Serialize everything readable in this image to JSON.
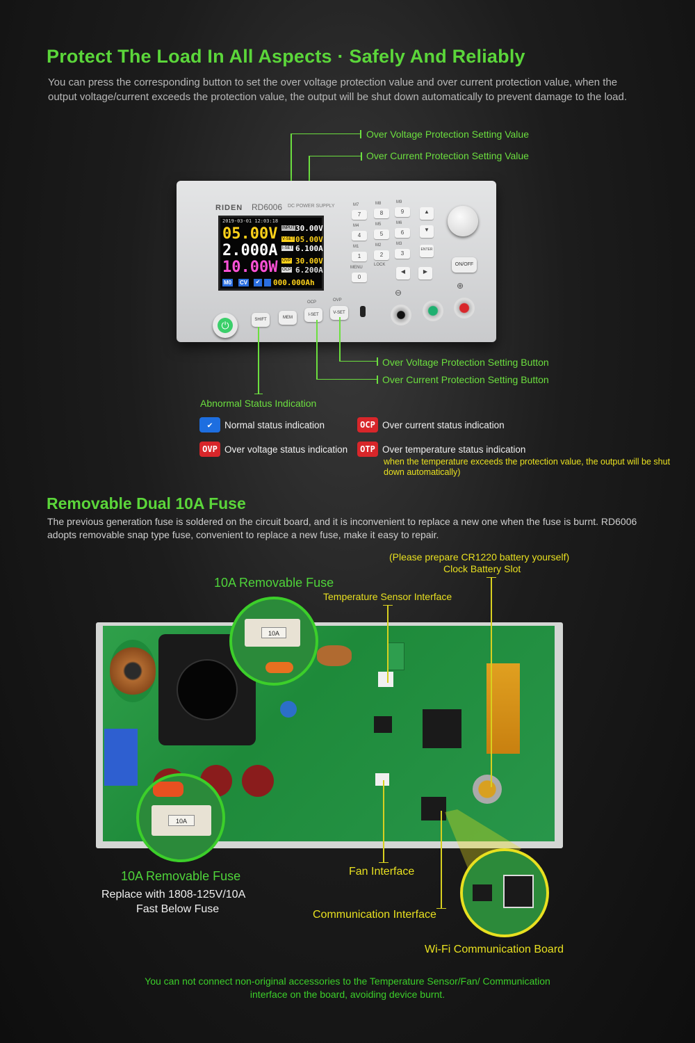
{
  "section1": {
    "title": "Protect The Load In All Aspects ·  Safely And Reliably",
    "description": "You can press the corresponding button to set the over voltage protection value and over current protection value, when the output voltage/current exceeds the protection value, the output will be shut down automatically to prevent damage to the load."
  },
  "callouts": {
    "ovp_value": "Over Voltage Protection Setting Value",
    "ocp_value": "Over Current Protection Setting Value",
    "ovp_button": "Over Voltage Protection Setting Button",
    "ocp_button": "Over Current Protection Setting Button",
    "abnormal": "Abnormal Status Indication"
  },
  "device": {
    "brand": "RIDEN",
    "model": "RD6006",
    "subtitle": "DC POWER SUPPLY",
    "datetime": "2019-03-01  12:03:18",
    "voltage": "05.00V",
    "current": "2.000A",
    "power": "10.00W",
    "input_tag": "INPUT",
    "input_val": "30.00V",
    "vset_tag": "V-SET",
    "vset_val": "05.00V",
    "iset_tag": "I-SET",
    "iset_val": "6.100A",
    "ovp_tag": "OVP",
    "ovp_val": "30.00V",
    "ocp_tag": "OCP",
    "ocp_val": "6.200A",
    "m_tag": "M0",
    "cv_tag": "CV",
    "ah_val": "000.000Ah",
    "keys": [
      "7",
      "8",
      "9",
      "4",
      "5",
      "6",
      "1",
      "2",
      "3",
      "0"
    ],
    "mem_keys": [
      "M7",
      "M8",
      "M9",
      "M4",
      "M5",
      "M6",
      "M1",
      "M2",
      "M3",
      "MENU",
      "LOCK"
    ],
    "enter": "ENTER",
    "onoff": "ON/OFF",
    "shift": "SHIFT",
    "mem": "MEM",
    "iset_btn": "I-SET",
    "vset_btn": "V-SET",
    "ocp_lbl": "OCP",
    "ovp_lbl": "OVP",
    "minus": "⊖",
    "plus": "⊕"
  },
  "legend": {
    "normal_badge": "✔",
    "normal": "Normal status indication",
    "ocp_badge": "OCP",
    "ocp": "Over current status indication",
    "ovp_badge": "OVP",
    "ovp": "Over voltage status indication",
    "otp_badge": "OTP",
    "otp": "Over temperature status indication",
    "otp_note": "when the temperature exceeds the protection value, the output will be shut down automatically)"
  },
  "section2": {
    "title": "Removable Dual 10A Fuse",
    "description": "The previous generation fuse is soldered on the circuit board, and it is inconvenient to replace a new one when the fuse is burnt. RD6006 adopts removable snap type fuse, convenient to replace a new fuse, make it easy to repair."
  },
  "board_labels": {
    "battery_note": "(Please prepare CR1220 battery yourself)",
    "battery_slot": "Clock Battery Slot",
    "fuse_top": "10A Removable Fuse",
    "temp_sensor": "Temperature Sensor Interface",
    "fuse_bottom": "10A Removable Fuse",
    "fuse_replace_1": "Replace with 1808-125V/10A",
    "fuse_replace_2": "Fast Below Fuse",
    "fan": "Fan Interface",
    "comm": "Communication Interface",
    "wifi": "Wi-Fi Communication Board",
    "fuse_mark": "10A"
  },
  "notice": "You can not connect non-original accessories to the Temperature Sensor/Fan/ Communication interface on the board, avoiding device burnt.",
  "colors": {
    "accent_green": "#5bd63a",
    "accent_yellow": "#e8e020",
    "badge_red": "#d8262a",
    "badge_blue": "#1d6ee0"
  }
}
